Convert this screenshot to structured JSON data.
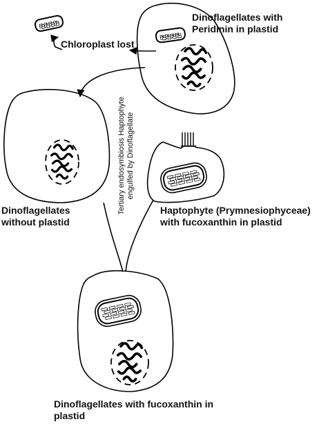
{
  "labels": {
    "peridinin_line1": "Dinoflagellates with",
    "peridinin_line2": "Peridinin in plastid",
    "chloroplast_lost": "Chloroplast lost",
    "without_line1": "Dinoflagellates",
    "without_line2": "without plastid",
    "haptophyte_line1": "Haptophyte (Prymnesiophyceae)",
    "haptophyte_line2": "with fucoxanthin in plastid",
    "fucoxanthin_line1": "Dinoflagellates with fucoxanthin in",
    "fucoxanthin_line2": "plastid",
    "tertiary_line1": "Tertiary endosymbiosis Haptophyte",
    "tertiary_line2": "engulfed by Dinoflagellate"
  },
  "colors": {
    "stroke": "#000000",
    "fill": "#ffffff"
  }
}
